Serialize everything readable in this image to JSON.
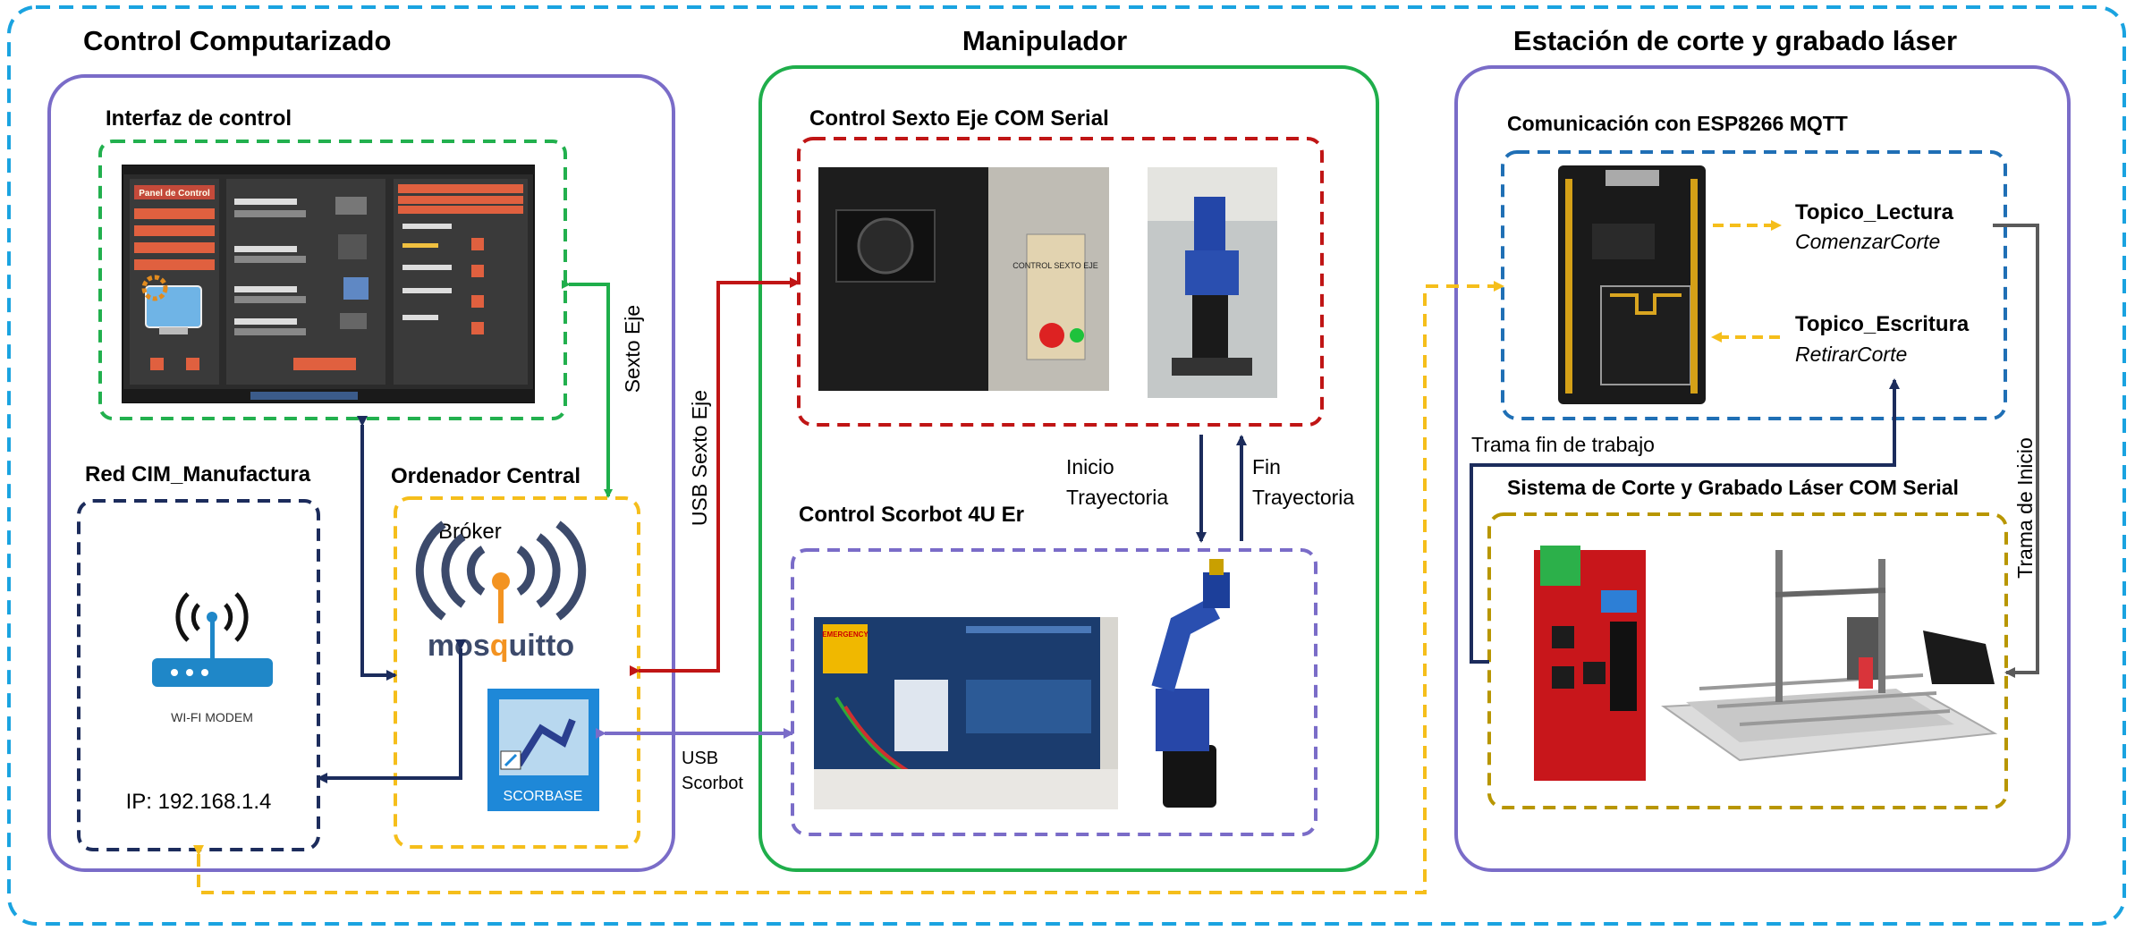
{
  "sections": {
    "control": {
      "title": "Control Computarizado",
      "interfaz": {
        "title": "Interfaz de control",
        "panel_title": "Panel de Control"
      },
      "red": {
        "title": "Red CIM_Manufactura",
        "modem_label": "WI-FI MODEM",
        "ip": "IP: 192.168.1.4"
      },
      "ordenador": {
        "title": "Ordenador Central",
        "broker": "Bróker",
        "mosquitto_a": "mos",
        "mosquitto_b": "uitto",
        "scorbase": "SCORBASE"
      }
    },
    "manipulador": {
      "title": "Manipulador",
      "sexto": {
        "title": "Control Sexto Eje COM Serial",
        "sign": "CONTROL SEXTO EJE"
      },
      "scorbot": {
        "title": "Control Scorbot 4U Er",
        "emergency": "EMERGENCY"
      }
    },
    "estacion": {
      "title": "Estación de corte y grabado láser",
      "esp": {
        "title": "Comunicación con ESP8266 MQTT",
        "topic_read": "Topico_Lectura",
        "topic_read_msg": "ComenzarCorte",
        "topic_write": "Topico_Escritura",
        "topic_write_msg": "RetirarCorte"
      },
      "laser": {
        "title": "Sistema de Corte y Grabado Láser COM Serial"
      }
    }
  },
  "labels": {
    "sexto_eje": "Sexto Eje",
    "usb_sexto": "USB Sexto Eje",
    "inicio_1": "Inicio",
    "inicio_2": "Trayectoria",
    "fin_1": "Fin",
    "fin_2": "Trayectoria",
    "usb_1": "USB",
    "usb_2": "Scorbot",
    "trama_fin": "Trama fin de trabajo",
    "trama_inicio": "Trama de Inicio"
  },
  "colors": {
    "outer": "#1aa3e0",
    "purple": "#7a6cc8",
    "green": "#1fae4b",
    "green_dash": "#22b04e",
    "yellow": "#f5be1b",
    "navy": "#1c2c5c",
    "red": "#c01515",
    "blue_dash": "#1f6fb5",
    "olive": "#b89600",
    "gray": "#5a5a5a"
  }
}
